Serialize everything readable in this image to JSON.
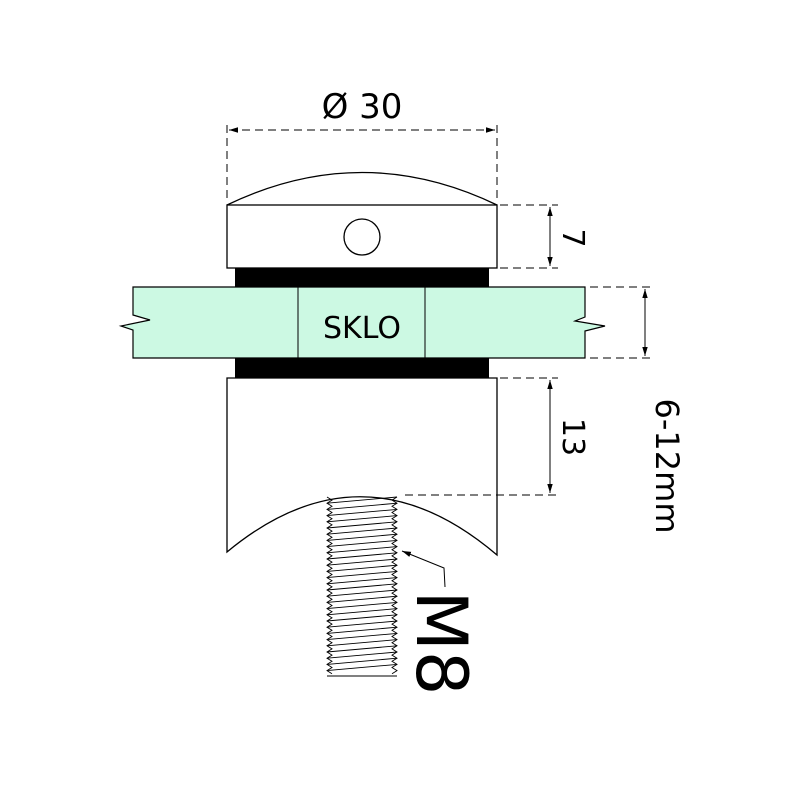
{
  "labels": {
    "diameter": "Ø 30",
    "cap_height": "7",
    "glass": "SKLO",
    "glass_thickness": "6-12mm",
    "body_height": "13",
    "thread": "M8"
  },
  "colors": {
    "glass_fill": "#ccf9e3",
    "gasket": "#000000",
    "line": "#000000"
  }
}
